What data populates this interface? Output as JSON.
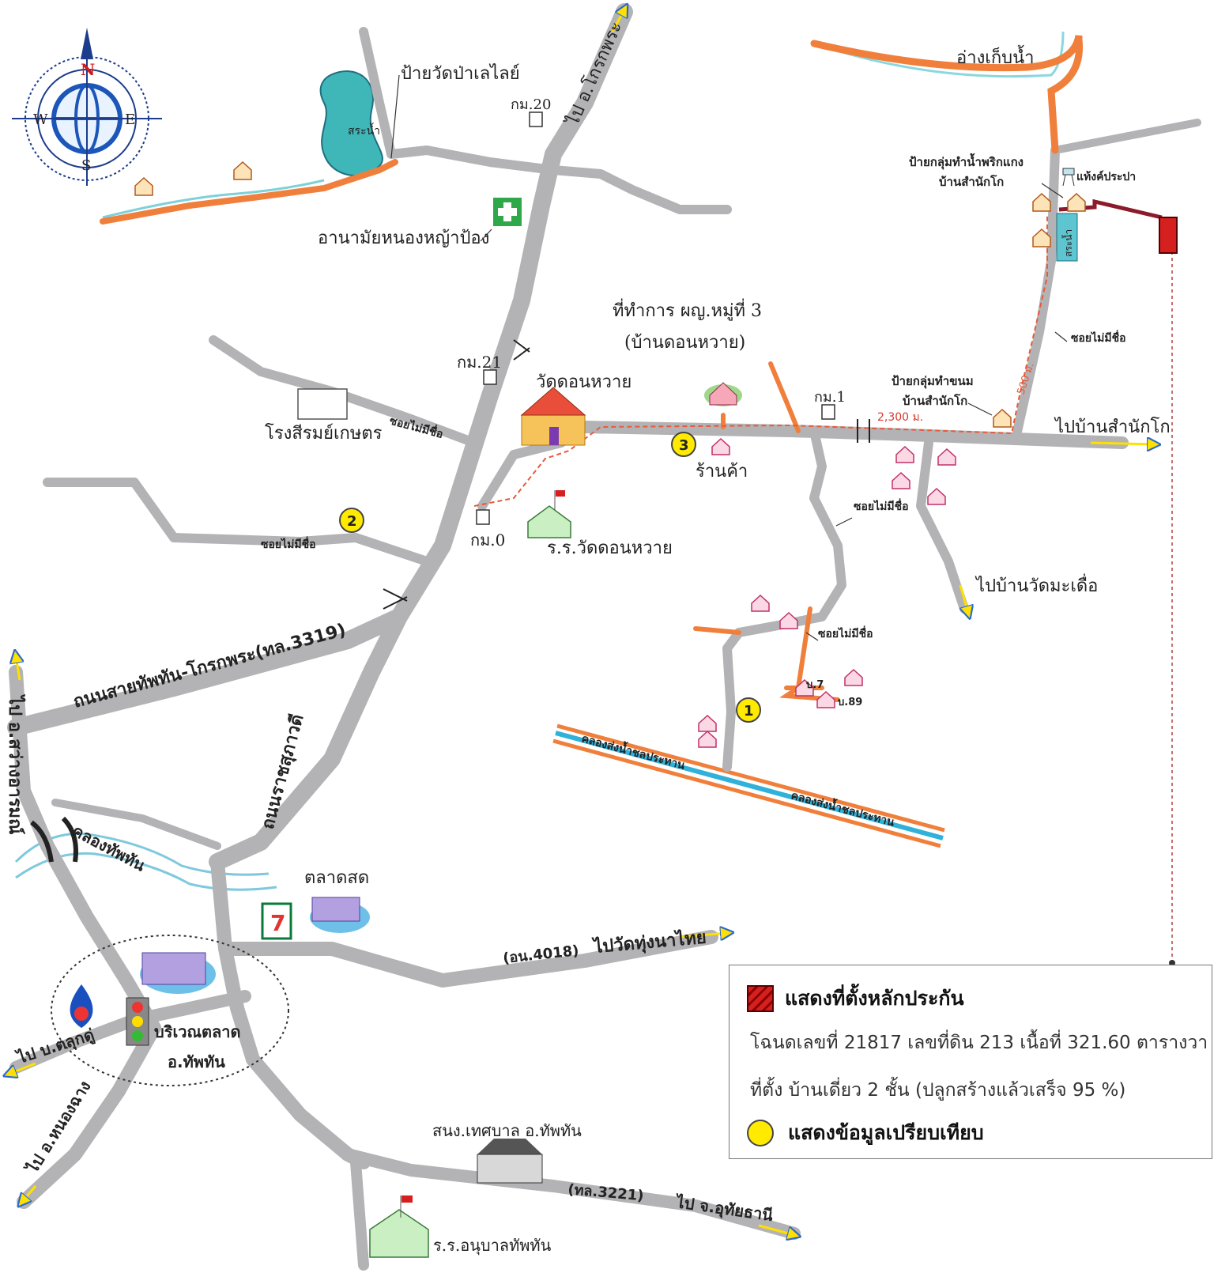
{
  "compass": {
    "n": "N",
    "s": "S",
    "e": "E",
    "w": "W"
  },
  "labels": {
    "reservoir": "อ่างเก็บน้ำ",
    "sign_temple": "ป้ายวัดป่าเลไลย์",
    "pond": "สระน้ำ",
    "km20": "กม.20",
    "to_khokphra": "ไป อ.โกรกพระ",
    "health_station": "อานามัยหนองหญ้าป้อง",
    "chili_group": "ป้ายกลุ่มทำน้ำพริกแกง",
    "chili_village": "บ้านสำนักโก",
    "water_tank": "แท้งค์ประปา",
    "pond2": "สระน้ำ",
    "soi_1": "ซอยไม่มีชื่อ",
    "village_office_1": "ที่ทำการ ผญ.หมู่ที่ 3",
    "village_office_2": "(บ้านดอนหวาย)",
    "km21": "กม.21",
    "wat_donwai": "วัดดอนหวาย",
    "rice_mill": "โรงสีรมย์เกษตร",
    "soi_2": "ซอยไม่มีชื่อ",
    "dessert_group_1": "ป้ายกลุ่มทำขนม",
    "dessert_group_2": "บ้านสำนักโก",
    "km1": "กม.1",
    "dist_500": "500 ม.",
    "dist_2300": "2,300 ม.",
    "to_samnakko": "ไปบ้านสำนักโก",
    "shop": "ร้านค้า",
    "km0": "กม.0",
    "school_donwai": "ร.ร.วัดดอนหวาย",
    "soi_3": "ซอยไม่มีชื่อ",
    "soi_4": "ซอยไม่มีชื่อ",
    "to_watmadua": "ไปบ้านวัดมะเดื่อ",
    "soi_5": "ซอยไม่มีชื่อ",
    "house_7": "บ.7",
    "house_89": "บ.89",
    "road_3319": "ถนนสายทัพทัน-โกรกพระ(ทล.3319)",
    "to_sawang": "ไป อ.สว่างอารมณ์",
    "canal_1": "คลองส่งน้ำชลประทาน",
    "canal_2": "คลองส่งน้ำชลประทาน",
    "road_ratchasuphawadee": "ถนนราชสุภาวดี",
    "khlong_thapthan": "คลองทัพทัน",
    "fresh_market": "ตลาดสด",
    "road_4018": "(อน.4018)",
    "to_wat_thungnathai": "ไปวัดทุ่งนาไทย",
    "to_talukkhu": "ไป บ.ตลุกดู่",
    "market_area_1": "บริเวณตลาด",
    "market_area_2": "อ.ทัพทัน",
    "to_nongchang": "ไป อ.หนองฉาง",
    "municipality": "สนง.เทศบาล อ.ทัพทัน",
    "road_3221": "(ทล.3221)",
    "to_uthaithani": "ไป จ.อุทัยธานี",
    "kindergarten": "ร.ร.อนุบาลทัพทัน",
    "seven_eleven": "7",
    "marker_1": "1",
    "marker_2": "2",
    "marker_3": "3"
  },
  "legend": {
    "collateral_title": "แสดงที่ตั้งหลักประกัน",
    "deed_line": "โฉนดเลขที่ 21817 เลขที่ดิน 213 เนื้อที่ 321.60 ตารางวา",
    "location_line": "ที่ตั้ง บ้านเดี่ยว 2 ชั้น (ปลูกสร้างแล้วเสร็จ 95 %)",
    "comparison_title": "แสดงข้อมูลเปรียบเทียบ"
  },
  "colors": {
    "road": "#b3b3b5",
    "orange_road": "#f07f3c",
    "water": "#5ec4d0",
    "route_dash": "#e85a3a",
    "marker": "#ffea00",
    "collateral": "#d62020"
  }
}
